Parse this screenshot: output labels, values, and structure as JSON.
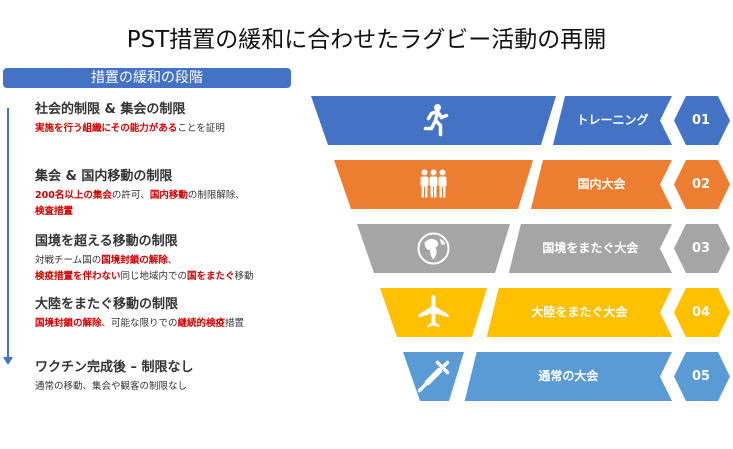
{
  "title": "PST措置の緩和に合わせたラグビー活動の再開",
  "stages_header": "措置の緩和の段階",
  "stages": [
    {
      "heading": "社会的制限 & 集会の制限",
      "lines": [
        [
          {
            "t": "実施を行う組織にその能力がある",
            "red": true
          },
          {
            "t": "ことを証明",
            "red": false
          }
        ]
      ]
    },
    {
      "heading": "集会 & 国内移動の制限",
      "lines": [
        [
          {
            "t": "200名以上の集会",
            "red": true
          },
          {
            "t": "の許可、",
            "red": false
          },
          {
            "t": "国内移動",
            "red": true
          },
          {
            "t": "の制限解除、",
            "red": false
          }
        ],
        [
          {
            "t": "検査措置",
            "red": true
          }
        ]
      ]
    },
    {
      "heading": "国境を超える移動の制限",
      "lines": [
        [
          {
            "t": "対戦チーム国の",
            "red": false
          },
          {
            "t": "国境封鎖の解除",
            "red": true
          },
          {
            "t": "、",
            "red": false
          }
        ],
        [
          {
            "t": "検疫措置を伴わない",
            "red": true
          },
          {
            "t": "同じ地域内での",
            "red": false
          },
          {
            "t": "国をまたぐ",
            "red": true
          },
          {
            "t": "移動",
            "red": false
          }
        ]
      ]
    },
    {
      "heading": "大陸をまたぐ移動の制限",
      "lines": [
        [
          {
            "t": "国境封鎖の解除",
            "red": true
          },
          {
            "t": "、可能な限りでの",
            "red": false
          },
          {
            "t": "継続的検疫",
            "red": true
          },
          {
            "t": "措置",
            "red": false
          }
        ]
      ]
    },
    {
      "heading": "ワクチン完成後 – 制限なし",
      "lines": [
        [
          {
            "t": "通常の移動、集会や観客の制限なし",
            "red": false
          }
        ]
      ]
    }
  ],
  "levels": [
    {
      "label": "トレーニング",
      "number": "01",
      "color": "#4472C4",
      "icon": "running-person-icon"
    },
    {
      "label": "国内大会",
      "number": "02",
      "color": "#ED7D31",
      "icon": "group-people-icon"
    },
    {
      "label": "国境をまたぐ大会",
      "number": "03",
      "color": "#A5A5A5",
      "icon": "globe-icon"
    },
    {
      "label": "大陸をまたぐ大会",
      "number": "04",
      "color": "#FFC000",
      "icon": "airplane-icon"
    },
    {
      "label": "通常の大会",
      "number": "05",
      "color": "#5B9BD5",
      "icon": "syringe-icon"
    }
  ]
}
